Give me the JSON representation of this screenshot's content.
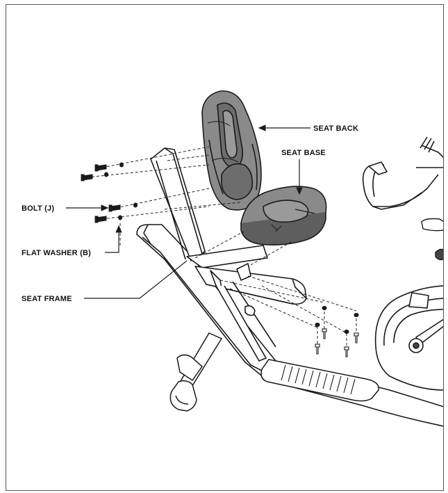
{
  "labels": {
    "seat_back": "SEAT BACK",
    "seat_base": "SEAT BASE",
    "bolt": "BOLT (J)",
    "flat_washer": "FLAT WASHER (B)",
    "seat_frame": "SEAT FRAME"
  },
  "colors": {
    "line": "#1a1a1a",
    "seat_fill": "#8a8a8a",
    "seat_dark": "#5e5e5e",
    "frame_fill": "#ffffff",
    "border": "#555555"
  }
}
